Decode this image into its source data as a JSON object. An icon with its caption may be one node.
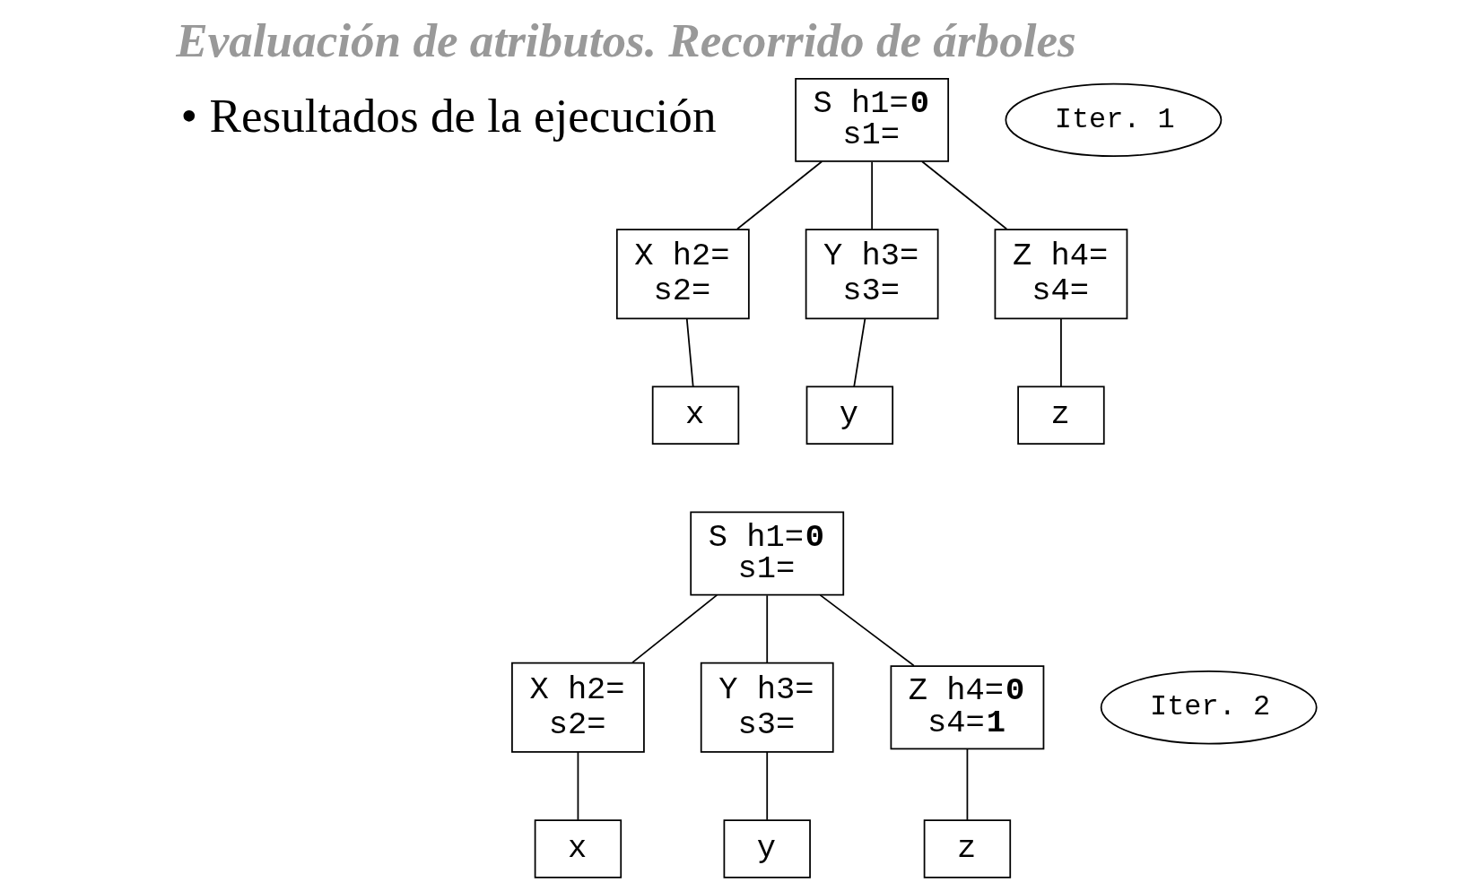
{
  "diagram": {
    "title": "Evaluación de atributos. Recorrido de árboles",
    "nodes": [
      {
        "text": [
          "S h1=**0**",
          "s1="
        ]
      },
      {
        "text": [
          "X h2=",
          "s2="
        ]
      },
      {
        "text": [
          "Y h3=",
          "s3="
        ]
      },
      {
        "text": [
          "Z h4=",
          "s4="
        ]
      },
      {
        "text": [
          "x"
        ]
      },
      {
        "text": [
          "y"
        ]
      },
      {
        "text": [
          "z"
        ]
      },
      {
        "text": [
          "Iter. 1"
        ]
      },
      {
        "text": [
          "S h1=**0**",
          "s1="
        ]
      },
      {
        "text": [
          "X h2=",
          "s2="
        ]
      },
      {
        "text": [
          "Y h3=",
          "s3="
        ]
      },
      {
        "text": [
          "Z h4=**0**",
          "s4=**1**"
        ]
      },
      {
        "text": [
          "x"
        ]
      },
      {
        "text": [
          "y"
        ]
      },
      {
        "text": [
          "z"
        ]
      },
      {
        "text": [
          "Iter. 2"
        ]
      }
    ],
    "edges": [
      {
        "from": 0,
        "to": 1,
        "arrow": "none"
      },
      {
        "from": 0,
        "to": 2,
        "arrow": "none"
      },
      {
        "from": 0,
        "to": 3,
        "arrow": "none"
      },
      {
        "from": 1,
        "to": 4,
        "arrow": "none"
      },
      {
        "from": 2,
        "to": 5,
        "arrow": "none"
      },
      {
        "from": 3,
        "to": 6,
        "arrow": "none"
      },
      {
        "from": 8,
        "to": 9,
        "arrow": "none"
      },
      {
        "from": 8,
        "to": 10,
        "arrow": "none"
      },
      {
        "from": 8,
        "to": 11,
        "arrow": "none"
      },
      {
        "from": 9,
        "to": 12,
        "arrow": "none"
      },
      {
        "from": 10,
        "to": 13,
        "arrow": "none"
      },
      {
        "from": 11,
        "to": 14,
        "arrow": "none"
      }
    ],
    "labels": [
      "• Resultados de la ejecución"
    ]
  }
}
